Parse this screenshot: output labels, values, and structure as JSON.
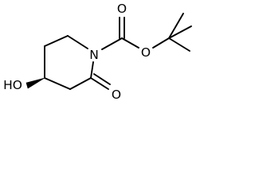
{
  "molecule": {
    "atoms": {
      "nitrogen": "N",
      "ring_carbonyl_oxygen": "O",
      "carbamate_carbonyl_oxygen": "O",
      "carbamate_ether_oxygen": "O",
      "hydroxyl": "HO"
    },
    "stereo_bond": "wedge"
  }
}
